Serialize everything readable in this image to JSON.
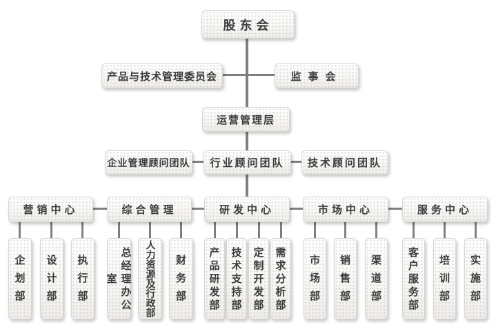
{
  "org": {
    "shareholders": "股东会",
    "committee": "产品与技术管理委员会",
    "supervisory": "监事会",
    "operations": "运营管理层",
    "advisors": [
      "企业管理顾问团队",
      "行业顾问团队",
      "技术顾问团队"
    ],
    "centers": [
      "营销中心",
      "综合管理",
      "研发中心",
      "市场中心",
      "服务中心"
    ],
    "departments": [
      "企划部",
      "设计部",
      "执行部",
      "总经理办公室",
      "人力资源及行政部",
      "财务部",
      "产品研发部",
      "技术支持部",
      "定制开发部",
      "需求分析部",
      "市场部",
      "销售部",
      "渠道部",
      "客户服务部",
      "培训部",
      "实施部"
    ]
  },
  "colors": {
    "connector_line": "#7f7f7f",
    "node_border": "#d8d5d0",
    "node_fill_top": "#fefefe",
    "node_fill_bottom": "#efedea",
    "text": "#3b3b3b"
  }
}
